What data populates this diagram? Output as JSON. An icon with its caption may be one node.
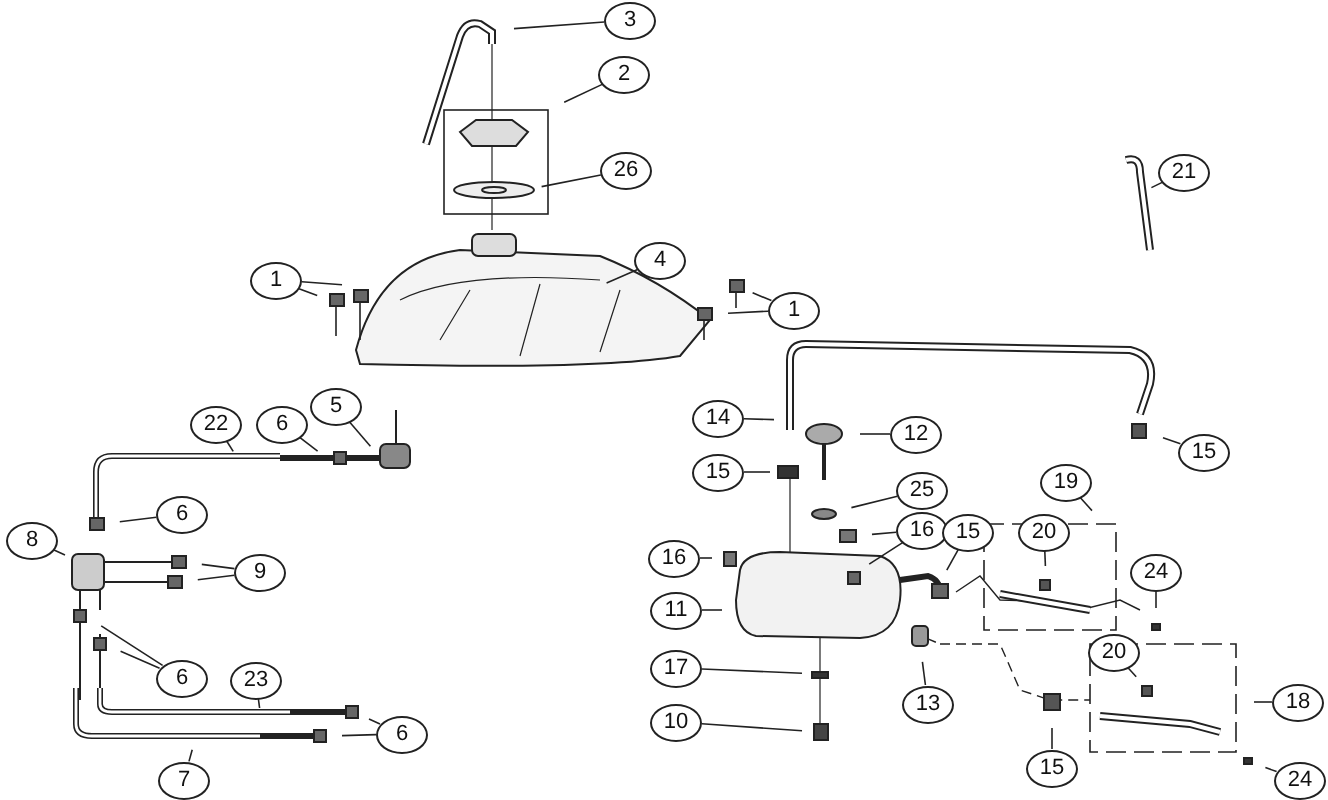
{
  "diagram": {
    "nodes": [
      {
        "text": [
          "3"
        ]
      },
      {
        "text": [
          "2"
        ]
      },
      {
        "text": [
          "26"
        ]
      },
      {
        "text": [
          "4"
        ]
      },
      {
        "text": [
          "1"
        ]
      },
      {
        "text": [
          "1"
        ]
      },
      {
        "text": [
          "21"
        ]
      },
      {
        "text": [
          "22"
        ]
      },
      {
        "text": [
          "6"
        ]
      },
      {
        "text": [
          "5"
        ]
      },
      {
        "text": [
          "6"
        ]
      },
      {
        "text": [
          "8"
        ]
      },
      {
        "text": [
          "9"
        ]
      },
      {
        "text": [
          "6"
        ]
      },
      {
        "text": [
          "23"
        ]
      },
      {
        "text": [
          "6"
        ]
      },
      {
        "text": [
          "7"
        ]
      },
      {
        "text": [
          "14"
        ]
      },
      {
        "text": [
          "12"
        ]
      },
      {
        "text": [
          "15"
        ]
      },
      {
        "text": [
          "25"
        ]
      },
      {
        "text": [
          "15"
        ]
      },
      {
        "text": [
          "19"
        ]
      },
      {
        "text": [
          "16"
        ]
      },
      {
        "text": [
          "15"
        ]
      },
      {
        "text": [
          "20"
        ]
      },
      {
        "text": [
          "16"
        ]
      },
      {
        "text": [
          "24"
        ]
      },
      {
        "text": [
          "11"
        ]
      },
      {
        "text": [
          "17"
        ]
      },
      {
        "text": [
          "20"
        ]
      },
      {
        "text": [
          "18"
        ]
      },
      {
        "text": [
          "13"
        ]
      },
      {
        "text": [
          "10"
        ]
      },
      {
        "text": [
          "15"
        ]
      },
      {
        "text": [
          "24"
        ]
      }
    ],
    "edges": [
      {
        "from": 0,
        "to": null,
        "arrow": "none"
      },
      {
        "from": 1,
        "to": null,
        "arrow": "none"
      },
      {
        "from": 2,
        "to": null,
        "arrow": "none"
      },
      {
        "from": 3,
        "to": null,
        "arrow": "none"
      },
      {
        "from": 4,
        "to": null,
        "arrow": "none"
      },
      {
        "from": 4,
        "to": null,
        "arrow": "none"
      },
      {
        "from": 5,
        "to": null,
        "arrow": "none"
      },
      {
        "from": 5,
        "to": null,
        "arrow": "none"
      },
      {
        "from": 6,
        "to": null,
        "arrow": "none"
      },
      {
        "from": 7,
        "to": null,
        "arrow": "none"
      },
      {
        "from": 8,
        "to": null,
        "arrow": "none"
      },
      {
        "from": 9,
        "to": null,
        "arrow": "none"
      },
      {
        "from": 10,
        "to": null,
        "arrow": "none"
      },
      {
        "from": 11,
        "to": null,
        "arrow": "none"
      },
      {
        "from": 12,
        "to": null,
        "arrow": "none"
      },
      {
        "from": 12,
        "to": null,
        "arrow": "none"
      },
      {
        "from": 13,
        "to": null,
        "arrow": "none"
      },
      {
        "from": 13,
        "to": null,
        "arrow": "none"
      },
      {
        "from": 14,
        "to": null,
        "arrow": "none"
      },
      {
        "from": 15,
        "to": null,
        "arrow": "none"
      },
      {
        "from": 15,
        "to": null,
        "arrow": "none"
      },
      {
        "from": 16,
        "to": null,
        "arrow": "none"
      },
      {
        "from": 17,
        "to": null,
        "arrow": "none"
      },
      {
        "from": 18,
        "to": null,
        "arrow": "none"
      },
      {
        "from": 19,
        "to": null,
        "arrow": "none"
      },
      {
        "from": 20,
        "to": null,
        "arrow": "none"
      },
      {
        "from": 21,
        "to": null,
        "arrow": "none"
      },
      {
        "from": 22,
        "to": null,
        "arrow": "none"
      },
      {
        "from": 23,
        "to": null,
        "arrow": "none"
      },
      {
        "from": 23,
        "to": null,
        "arrow": "none"
      },
      {
        "from": 24,
        "to": null,
        "arrow": "none"
      },
      {
        "from": 25,
        "to": null,
        "arrow": "none"
      },
      {
        "from": 26,
        "to": null,
        "arrow": "none"
      },
      {
        "from": 27,
        "to": null,
        "arrow": "none"
      },
      {
        "from": 28,
        "to": null,
        "arrow": "none"
      },
      {
        "from": 29,
        "to": null,
        "arrow": "none"
      },
      {
        "from": 30,
        "to": null,
        "arrow": "none"
      },
      {
        "from": 31,
        "to": null,
        "arrow": "none"
      },
      {
        "from": 32,
        "to": null,
        "arrow": "none"
      },
      {
        "from": 33,
        "to": null,
        "arrow": "none"
      },
      {
        "from": 34,
        "to": null,
        "arrow": "none"
      },
      {
        "from": 35,
        "to": null,
        "arrow": "none"
      }
    ]
  }
}
